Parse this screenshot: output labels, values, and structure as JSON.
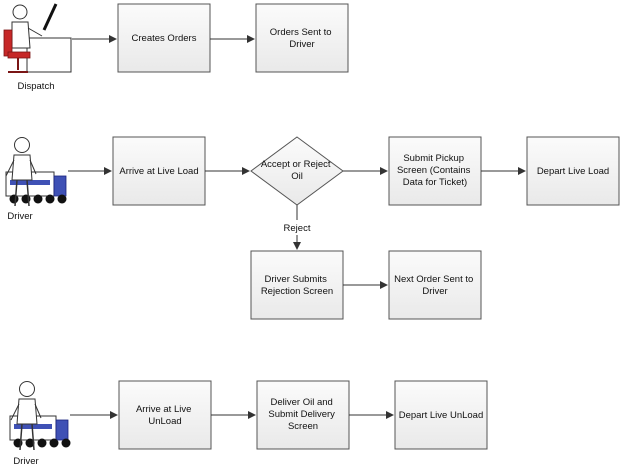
{
  "actors": {
    "dispatch": "Dispatch",
    "driver_top": "Driver",
    "driver_bottom": "Driver"
  },
  "nodes": {
    "creates_orders": "Creates Orders",
    "orders_sent_driver": [
      "Orders Sent to",
      "Driver"
    ],
    "arrive_live_load": "Arrive at Live Load",
    "accept_reject": [
      "Accept or Reject",
      "Oil"
    ],
    "submit_pickup": [
      "Submit Pickup",
      "Screen (Contains",
      "Data for Ticket)"
    ],
    "depart_live_load": "Depart Live Load",
    "driver_submits_rejection": [
      "Driver Submits",
      "Rejection Screen"
    ],
    "next_order_sent": [
      "Next Order Sent to",
      "Driver"
    ],
    "arrive_live_unload": [
      "Arrive at Live",
      "UnLoad"
    ],
    "deliver_oil": [
      "Deliver Oil and",
      "Submit Delivery",
      "Screen"
    ],
    "depart_live_unload": "Depart Live UnLoad"
  },
  "edge_labels": {
    "reject": "Reject"
  }
}
